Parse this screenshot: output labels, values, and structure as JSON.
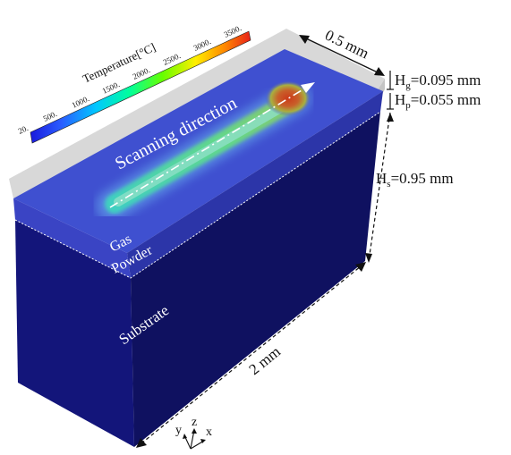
{
  "colorbar": {
    "title": "Temperature[°C]",
    "ticks": [
      "20.",
      "500.",
      "1000.",
      "1500.",
      "2000.",
      "2500.",
      "3000.",
      "3500."
    ],
    "colors": [
      "#1a1adc",
      "#2a5cff",
      "#00c8ff",
      "#00ff9c",
      "#66ff00",
      "#ffee00",
      "#ff8a00",
      "#e8221a"
    ]
  },
  "labels": {
    "scanning": "Scanning direction",
    "gas": "Gas",
    "powder": "Powder",
    "substrate": "Substrate"
  },
  "dimensions": {
    "width": "0.5 mm",
    "length": "2 mm",
    "hg_sym": "H",
    "hg_sub": "g",
    "hg_val": "=0.095 mm",
    "hp_sym": "H",
    "hp_sub": "p",
    "hp_val": "=0.055 mm",
    "hs_sym": "H",
    "hs_sub": "s",
    "hs_val": "=0.95 mm"
  },
  "axes": {
    "y": "y",
    "z": "z",
    "x": "x"
  },
  "colors": {
    "substrate_front": "#13157a",
    "substrate_side": "#0f1160",
    "powder_front": "#3a44c4",
    "powder_side": "#2c35a8",
    "gas": "#d8d8d8",
    "top": "#3f50d0"
  }
}
